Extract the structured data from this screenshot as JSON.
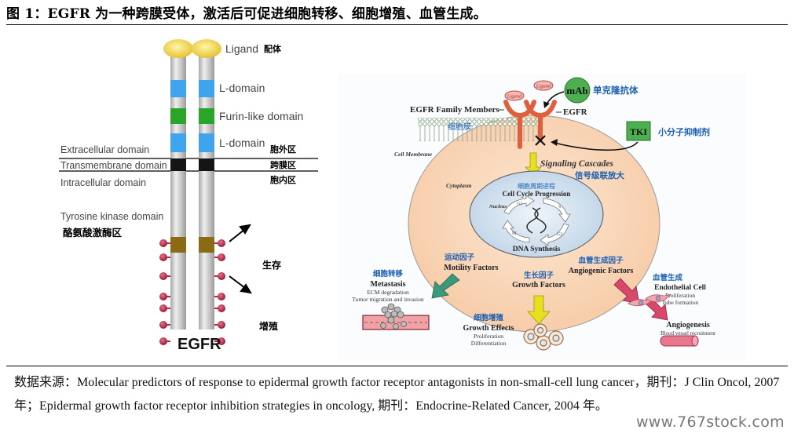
{
  "figure": {
    "title": "图 1：EGFR 为一种跨膜受体，激活后可促进细胞转移、细胞增殖、血管生成。"
  },
  "left_diagram": {
    "ligand_label": "Ligand",
    "ligand_cn": "配体",
    "l_domain_1": "L-domain",
    "furin_label": "Furin-like domain",
    "l_domain_2": "L-domain",
    "extracellular": "Extracellular domain",
    "extracellular_cn": "胞外区",
    "transmembrane": "Transmembrane domain",
    "transmembrane_cn": "跨膜区",
    "intracellular": "Intracellular domain",
    "intracellular_cn": "胞内区",
    "tk_domain": "Tyrosine kinase domain",
    "tk_domain_cn": "酪氨酸激酶区",
    "survival_cn": "生存",
    "proliferation_cn": "增殖",
    "receptor_name": "EGFR",
    "colors": {
      "ligand": "#f0d24a",
      "l_domain": "#3fa3ee",
      "furin": "#2aa52a",
      "transmembrane": "#111111",
      "tk": "#8a6a12",
      "phospho": "#b0284a",
      "shaft": "#c8c8c8"
    }
  },
  "right_diagram": {
    "ligand_1": "Ligand",
    "ligand_2": "Ligand",
    "mab": "mAb",
    "mab_cn": "单克隆抗体",
    "family_members": "EGFR Family Members",
    "egfr": "EGFR",
    "membrane_cn": "细胞膜",
    "tki": "TKI",
    "tki_cn": "小分子抑制剂",
    "cell_membrane": "Cell Membrane",
    "cytoplasm": "Cytoplasm",
    "signaling": "Signaling Cascades",
    "signaling_cn": "信号级联放大",
    "cell_cycle_cn": "细胞周期进程",
    "cell_cycle": "Cell Cycle Progression",
    "nucleus": "Nucleus",
    "phases": [
      "G1",
      "S",
      "G2",
      "M"
    ],
    "dna_synthesis": "DNA Synthesis",
    "motility_cn": "运动因子",
    "motility": "Motility Factors",
    "growth_factors_cn": "生长因子",
    "growth_factors": "Growth Factors",
    "angiogenic_cn": "血管生成因子",
    "angiogenic": "Angiogenic Factors",
    "metastasis_cn": "细胞转移",
    "metastasis": "Metastasis",
    "metastasis_sub1": "ECM degradation",
    "metastasis_sub2": "Tumor migration and invasion",
    "growth_effects_cn": "细胞增殖",
    "growth_effects": "Growth Effects",
    "growth_sub1": "Proliferation",
    "growth_sub2": "Differentiation",
    "endothelial_cn": "血管生成",
    "endothelial": "Endothelial Cell",
    "endothelial_sub1": "Proliferation",
    "endothelial_sub2": "Tube formation",
    "angiogenesis": "Angiogenesis",
    "angiogenesis_sub": "Blood vessel recruitment",
    "colors": {
      "cn_label": "#1a5fb4",
      "receptor": "#e0603e",
      "mab": "#4caf50",
      "tki": "#4caf50",
      "cell": "#f8d9bf",
      "nucleus": "#d4e3ef",
      "signal_arrow": "#e6e020",
      "motility_arrow": "#3a9a7a",
      "angio_arrow": "#d8486a"
    }
  },
  "source": {
    "text": "数据来源：Molecular predictors of response to epidermal growth factor receptor antagonists in non-small-cell lung cancer，期刊：J Clin Oncol, 2007 年；Epidermal growth factor receptor inhibition strategies in oncology, 期刊：Endocrine-Related Cancer, 2004 年。"
  },
  "watermark": "www.767stock.com"
}
